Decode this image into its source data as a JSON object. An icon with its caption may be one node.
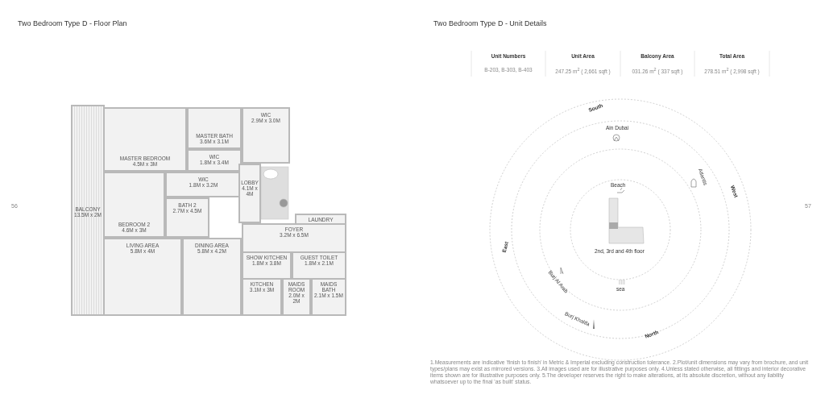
{
  "diagram": {
    "nodes": [
      {
        "text": [
          "BALCONY",
          "13.5M x 2M"
        ]
      },
      {
        "text": [
          "MASTER BEDROOM",
          "4.5M x 3M"
        ]
      },
      {
        "text": [
          "MASTER BATH",
          "3.6M x 3.1M"
        ]
      },
      {
        "text": [
          "WIC",
          "2.9M x 3.0M"
        ]
      },
      {
        "text": [
          "WIC",
          "1.8M x 3.4M"
        ]
      },
      {
        "text": [
          "BEDROOM 2",
          "4.6M x 3M"
        ]
      },
      {
        "text": [
          "WIC",
          "1.8M x 3.2M"
        ]
      },
      {
        "text": [
          "LOBBY",
          "4.1M x 4M"
        ]
      },
      {
        "text": [
          "BATH 2",
          "2.7M x 4.5M"
        ]
      },
      {
        "text": [
          "LIVING AREA",
          "5.8M x 4M"
        ]
      },
      {
        "text": [
          "DINING AREA",
          "5.8M x 4.2M"
        ]
      },
      {
        "text": [
          "LAUNDRY"
        ]
      },
      {
        "text": [
          "FOYER",
          "3.2M x 6.5M"
        ]
      },
      {
        "text": [
          "SHOW KITCHEN",
          "1.8M x 3.8M"
        ]
      },
      {
        "text": [
          "GUEST TOILET",
          "1.8M x 2.1M"
        ]
      },
      {
        "text": [
          "KITCHEN",
          "3.1M x 3M"
        ]
      },
      {
        "text": [
          "MAIDS ROOM",
          "2.0M x 2M"
        ]
      },
      {
        "text": [
          "MAIDS BATH",
          "2.1M x 1.5M"
        ]
      }
    ],
    "labels": [
      "Two Bedroom Type D - Floor Plan",
      "Two Bedroom Type D - Unit Details",
      "Unit Numbers",
      "Unit Area",
      "Balcony Area",
      "Total Area",
      "B-203, B-303, B-403",
      "247.25 m$^{2}$ ( 2,661 sqft )",
      "031.26 m$^{2}$ ( 337 sqft )",
      "278.51 m$^{2}$ ( 2,998 sqft )",
      "56",
      "57",
      "South",
      "Ain Dubai",
      "Atlantis",
      "West",
      "Beach",
      "2nd, 3rd and 4th floor",
      "East",
      "Burj Al Arab",
      "sea",
      "Burj Khalifa",
      "North",
      "1.Measurements are indicative 'finish to finish' in Metric & Imperial excluding construction tolerance. 2.Plot/unit dimensions may vary from brochure, and unit types/plans may exist as mirrored versions. 3.All images used are for illustrative purposes only. 4.Unless stated otherwise, all fittings and interior decorative items shown are for illustrative purposes only. 5.The developer reserves the right to make alterations, at its absolute discretion, without any liability whatsoever up to the final 'as built' status."
    ]
  }
}
